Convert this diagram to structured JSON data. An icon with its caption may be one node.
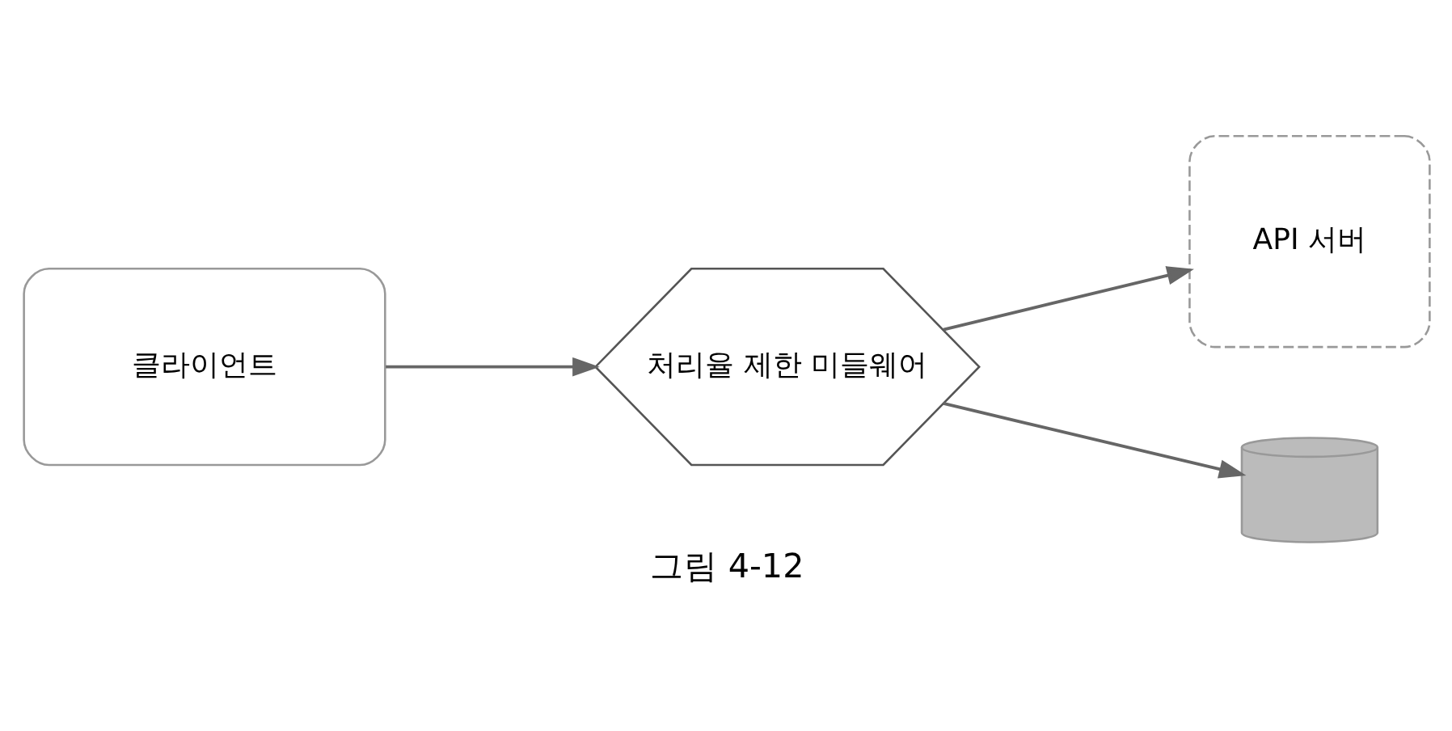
{
  "diagram": {
    "caption": "그림 4-12",
    "nodes": [
      {
        "text": [
          "클라이언트"
        ]
      },
      {
        "text": [
          "처리율 제한 미들웨어"
        ]
      },
      {
        "text": [
          "API 서버"
        ]
      },
      {
        "text": [],
        "shape": "cylinder"
      }
    ],
    "edges": [
      {
        "from": 0,
        "to": 1,
        "arrow": "to"
      },
      {
        "from": 1,
        "to": 2,
        "arrow": "to"
      },
      {
        "from": 1,
        "to": 3,
        "arrow": "to"
      }
    ]
  }
}
